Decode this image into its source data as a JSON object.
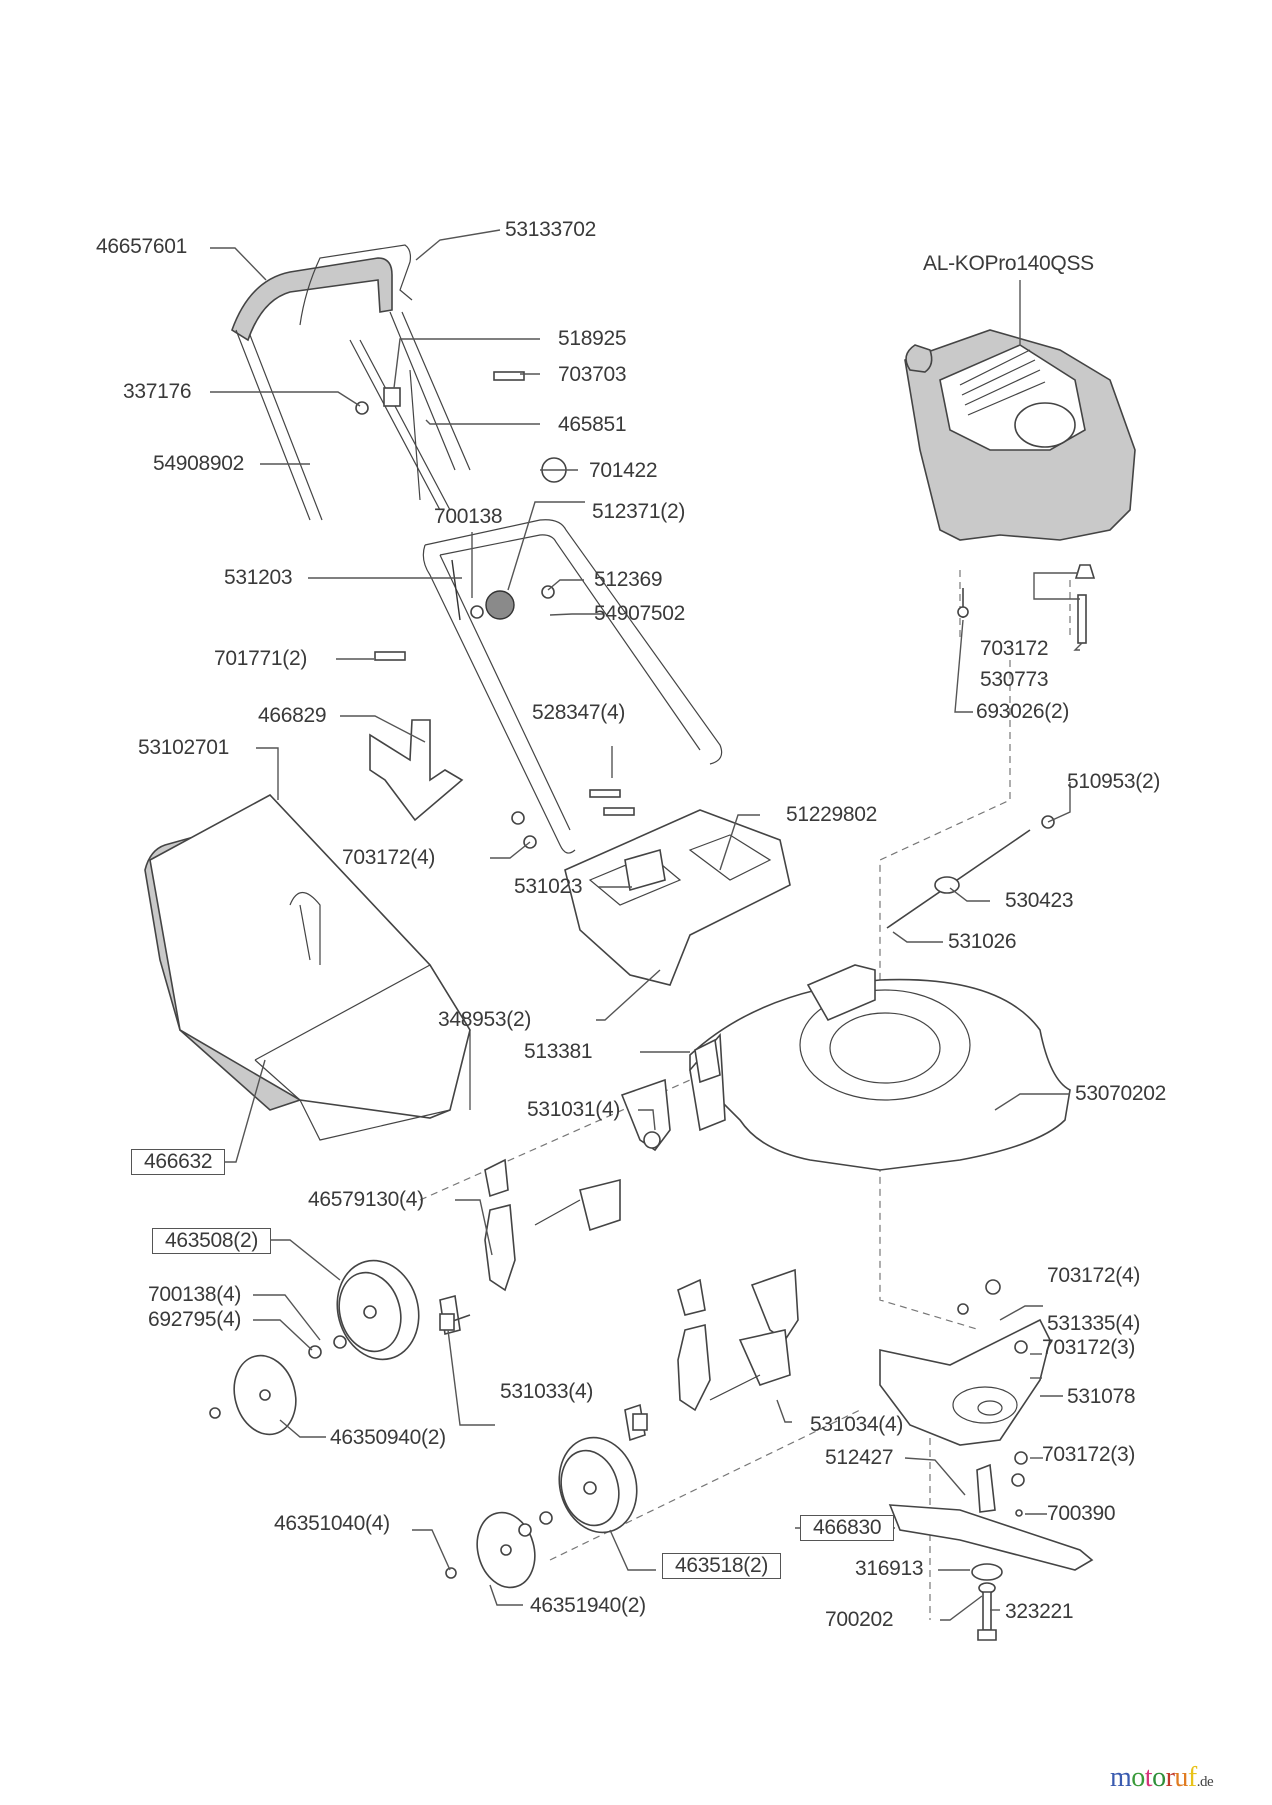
{
  "diagram": {
    "title": "Exploded parts diagram – lawn mower",
    "engine_label": "AL-KOPro140QSS",
    "labels": [
      {
        "id": "46657601",
        "text": "46657601",
        "boxed": false
      },
      {
        "id": "53133702",
        "text": "53133702",
        "boxed": false
      },
      {
        "id": "518925",
        "text": "518925",
        "boxed": false
      },
      {
        "id": "703703",
        "text": "703703",
        "boxed": false
      },
      {
        "id": "337176",
        "text": "337176",
        "boxed": false
      },
      {
        "id": "465851",
        "text": "465851",
        "boxed": false
      },
      {
        "id": "54908902",
        "text": "54908902",
        "boxed": false
      },
      {
        "id": "701422",
        "text": "701422",
        "boxed": false
      },
      {
        "id": "700138",
        "text": "700138",
        "boxed": false
      },
      {
        "id": "512371-2",
        "text": "512371(2)",
        "boxed": false
      },
      {
        "id": "531203",
        "text": "531203",
        "boxed": false
      },
      {
        "id": "512369",
        "text": "512369",
        "boxed": false
      },
      {
        "id": "54907502",
        "text": "54907502",
        "boxed": false
      },
      {
        "id": "701771-2",
        "text": "701771(2)",
        "boxed": false
      },
      {
        "id": "466829",
        "text": "466829",
        "boxed": false
      },
      {
        "id": "528347-4",
        "text": "528347(4)",
        "boxed": false
      },
      {
        "id": "53102701",
        "text": "53102701",
        "boxed": false
      },
      {
        "id": "703172-4a",
        "text": "703172(4)",
        "boxed": false
      },
      {
        "id": "703172",
        "text": "703172",
        "boxed": false
      },
      {
        "id": "530773",
        "text": "530773",
        "boxed": false
      },
      {
        "id": "693026-2",
        "text": "693026(2)",
        "boxed": false
      },
      {
        "id": "510953-2",
        "text": "510953(2)",
        "boxed": false
      },
      {
        "id": "51229802",
        "text": "51229802",
        "boxed": false
      },
      {
        "id": "531023",
        "text": "531023",
        "boxed": false
      },
      {
        "id": "530423",
        "text": "530423",
        "boxed": false
      },
      {
        "id": "531026",
        "text": "531026",
        "boxed": false
      },
      {
        "id": "348953-2",
        "text": "348953(2)",
        "boxed": false
      },
      {
        "id": "513381",
        "text": "513381",
        "boxed": false
      },
      {
        "id": "53070202",
        "text": "53070202",
        "boxed": false
      },
      {
        "id": "466632",
        "text": "466632",
        "boxed": true
      },
      {
        "id": "531031-4",
        "text": "531031(4)",
        "boxed": false
      },
      {
        "id": "46579130-4",
        "text": "46579130(4)",
        "boxed": false
      },
      {
        "id": "463508-2",
        "text": "463508(2)",
        "boxed": true
      },
      {
        "id": "700138-4",
        "text": "700138(4)",
        "boxed": false
      },
      {
        "id": "692795-4",
        "text": "692795(4)",
        "boxed": false
      },
      {
        "id": "703172-4b",
        "text": "703172(4)",
        "boxed": false
      },
      {
        "id": "531335-4",
        "text": "531335(4)",
        "boxed": false
      },
      {
        "id": "703172-3a",
        "text": "703172(3)",
        "boxed": false
      },
      {
        "id": "531033-4",
        "text": "531033(4)",
        "boxed": false
      },
      {
        "id": "531078",
        "text": "531078",
        "boxed": false
      },
      {
        "id": "531034-4",
        "text": "531034(4)",
        "boxed": false
      },
      {
        "id": "46350940-2",
        "text": "46350940(2)",
        "boxed": false
      },
      {
        "id": "512427",
        "text": "512427",
        "boxed": false
      },
      {
        "id": "703172-3b",
        "text": "703172(3)",
        "boxed": false
      },
      {
        "id": "700390",
        "text": "700390",
        "boxed": false
      },
      {
        "id": "46351040-4",
        "text": "46351040(4)",
        "boxed": false
      },
      {
        "id": "466830",
        "text": "466830",
        "boxed": true
      },
      {
        "id": "316913",
        "text": "316913",
        "boxed": false
      },
      {
        "id": "463518-2",
        "text": "463518(2)",
        "boxed": true
      },
      {
        "id": "700202",
        "text": "700202",
        "boxed": false
      },
      {
        "id": "323221",
        "text": "323221",
        "boxed": false
      },
      {
        "id": "46351940-2",
        "text": "46351940(2)",
        "boxed": false
      }
    ]
  },
  "watermark": {
    "letters": [
      {
        "ch": "m",
        "color": "#3a5bb0"
      },
      {
        "ch": "o",
        "color": "#3a9a3a"
      },
      {
        "ch": "t",
        "color": "#d6337a"
      },
      {
        "ch": "o",
        "color": "#2f8f3a"
      },
      {
        "ch": "r",
        "color": "#c0392b"
      },
      {
        "ch": "u",
        "color": "#e07b20"
      },
      {
        "ch": "f",
        "color": "#e8c21a"
      }
    ],
    "tld": ".de"
  }
}
